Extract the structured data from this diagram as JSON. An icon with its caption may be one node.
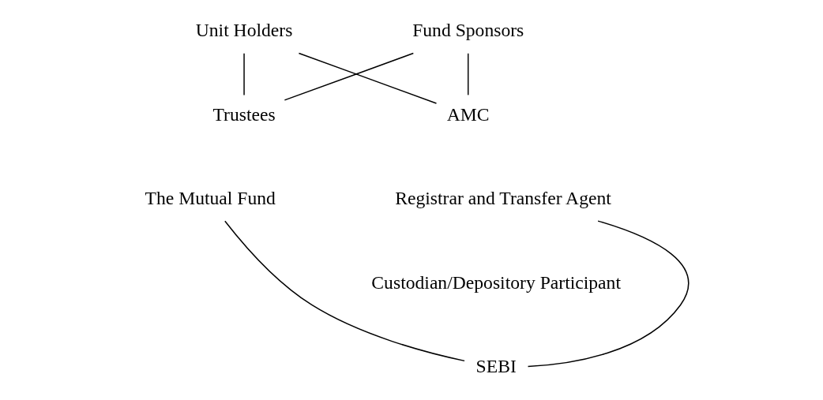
{
  "diagram": {
    "nodes": [
      {
        "text": [
          "Unit Holders"
        ]
      },
      {
        "text": [
          "Fund Sponsors"
        ]
      },
      {
        "text": [
          "Trustees"
        ]
      },
      {
        "text": [
          "AMC"
        ]
      },
      {
        "text": [
          "The Mutual Fund"
        ]
      },
      {
        "text": [
          "Registrar and Transfer Agent"
        ]
      },
      {
        "text": [
          "SEBI"
        ]
      }
    ],
    "edges": [
      {
        "from": 0,
        "to": 2,
        "arrow": "none"
      },
      {
        "from": 0,
        "to": 3,
        "arrow": "none"
      },
      {
        "from": 1,
        "to": 2,
        "arrow": "none"
      },
      {
        "from": 1,
        "to": 3,
        "arrow": "none"
      },
      {
        "from": 4,
        "to": 6,
        "arrow": "none"
      },
      {
        "from": 5,
        "to": 6,
        "arrow": "none"
      }
    ],
    "labels": [
      "Custodian/Depository Participant"
    ]
  }
}
